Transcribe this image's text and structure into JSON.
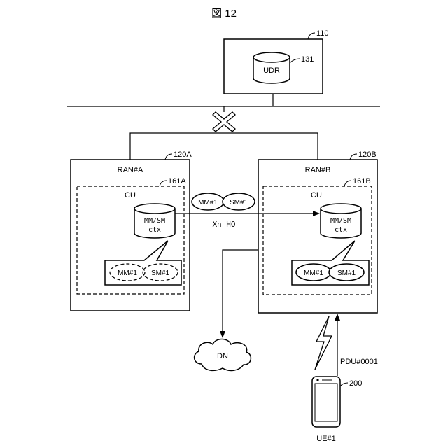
{
  "figure_title": "図 12",
  "udr_block": {
    "ref": "110",
    "db_ref": "131",
    "db_label": "UDR"
  },
  "ran_a": {
    "ref": "120A",
    "label": "RAN#A",
    "cu_ref": "161A",
    "cu_label": "CU",
    "ctx_line1": "MM/SM",
    "ctx_line2": "ctx",
    "mm": "MM#1",
    "sm": "SM#1"
  },
  "ran_b": {
    "ref": "120B",
    "label": "RAN#B",
    "cu_ref": "161B",
    "cu_label": "CU",
    "ctx_line1": "MM/SM",
    "ctx_line2": "ctx",
    "mm": "MM#1",
    "sm": "SM#1"
  },
  "transfer": {
    "mm": "MM#1",
    "sm": "SM#1",
    "label": "Xn HO"
  },
  "dn_label": "DN",
  "pdu_label": "PDU#0001",
  "ue": {
    "ref": "200",
    "label": "UE#1"
  }
}
